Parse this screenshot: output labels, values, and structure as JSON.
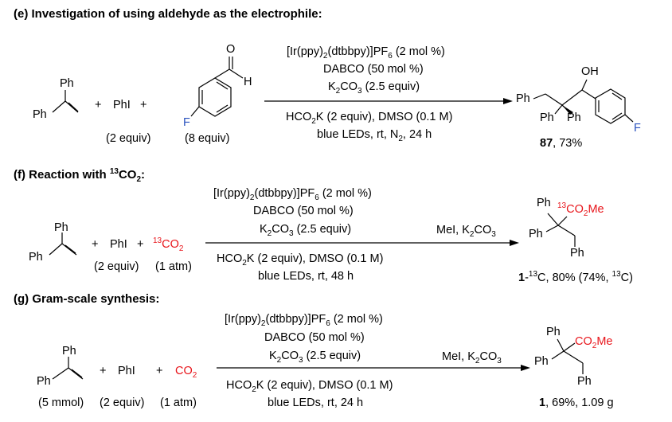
{
  "colors": {
    "highlight": "#e8141a",
    "fluorine": "#2a52be",
    "text": "#000000"
  },
  "section_e": {
    "heading": "(e) Investigation of using aldehyde as the electrophile:",
    "reagents": {
      "styrene_ph_top": "Ph",
      "styrene_ph_left": "Ph",
      "plus1": "+",
      "phi": "PhI",
      "plus2": "+",
      "aldehyde_O": "O",
      "aldehyde_H": "H",
      "aldehyde_F": "F",
      "phi_equiv": "(2 equiv)",
      "aldehyde_equiv": "(8 equiv)"
    },
    "conditions_above": [
      "[Ir(ppy)",
      "2",
      "(dtbbpy)]PF",
      "6",
      " (2 mol %)",
      "DABCO (50 mol %)",
      "K",
      "2",
      "CO",
      "3",
      " (2.5 equiv)"
    ],
    "conditions_below": [
      "HCO",
      "2",
      "K (2 equiv), DMSO (0.1 M)",
      "blue LEDs,  rt, N",
      "2",
      ", 24 h"
    ],
    "product": {
      "ph_left": "Ph",
      "ph_a": "Ph",
      "ph_b": "Ph",
      "oh": "OH",
      "f": "F",
      "label_num": "87",
      "label_rest": ", 73%"
    }
  },
  "section_f": {
    "heading_pre": "(f) Reaction with ",
    "heading_sup": "13",
    "heading_co": "CO",
    "heading_sub": "2",
    "heading_post": ":",
    "reagents": {
      "ph_top": "Ph",
      "ph_left": "Ph",
      "plus1": "+",
      "phi": "PhI",
      "plus2": "+",
      "co2_sup": "13",
      "co2": "CO",
      "co2_sub": "2",
      "phi_equiv": "(2 equiv)",
      "co2_atm": "(1 atm)"
    },
    "conditions_above": [
      "[Ir(ppy)",
      "2",
      "(dtbbpy)]PF",
      "6",
      " (2 mol %)",
      "DABCO (50 mol %)",
      "K",
      "2",
      "CO",
      "3",
      " (2.5 equiv)"
    ],
    "conditions_below": [
      "HCO",
      "2",
      "K (2 equiv), DMSO (0.1 M)",
      "blue LEDs, rt, 48 h"
    ],
    "step2": [
      "MeI, K",
      "2",
      "CO",
      "3"
    ],
    "product": {
      "ph_top": "Ph",
      "ph_left": "Ph",
      "ph_bottom": "Ph",
      "ester_sup": "13",
      "ester_co": "CO",
      "ester_sub": "2",
      "ester_me": "Me",
      "label_num": "1",
      "label_a": "-",
      "label_sup1": "13",
      "label_b": "C, 80% (74%, ",
      "label_sup2": "13",
      "label_c": "C)"
    }
  },
  "section_g": {
    "heading": "(g) Gram-scale synthesis:",
    "reagents": {
      "ph_top": "Ph",
      "ph_left": "Ph",
      "plus1": "+",
      "phi": "PhI",
      "plus2": "+",
      "co2": "CO",
      "co2_sub": "2",
      "styrene_amt": "(5 mmol)",
      "phi_equiv": "(2 equiv)",
      "co2_atm": "(1 atm)"
    },
    "conditions_above": [
      "[Ir(ppy)",
      "2",
      "(dtbbpy)]PF",
      "6",
      " (2 mol %)",
      "DABCO (50 mol %)",
      "K",
      "2",
      "CO",
      "3",
      " (2.5 equiv)"
    ],
    "conditions_below": [
      "HCO",
      "2",
      "K (2 equiv), DMSO (0.1 M)",
      "blue LEDs, rt, 24 h"
    ],
    "step2": [
      "MeI, K",
      "2",
      "CO",
      "3"
    ],
    "product": {
      "ph_top": "Ph",
      "ph_left": "Ph",
      "ph_bottom": "Ph",
      "ester_co": "CO",
      "ester_sub": "2",
      "ester_me": "Me",
      "label_num": "1",
      "label_rest": ", 69%, 1.09 g"
    }
  }
}
